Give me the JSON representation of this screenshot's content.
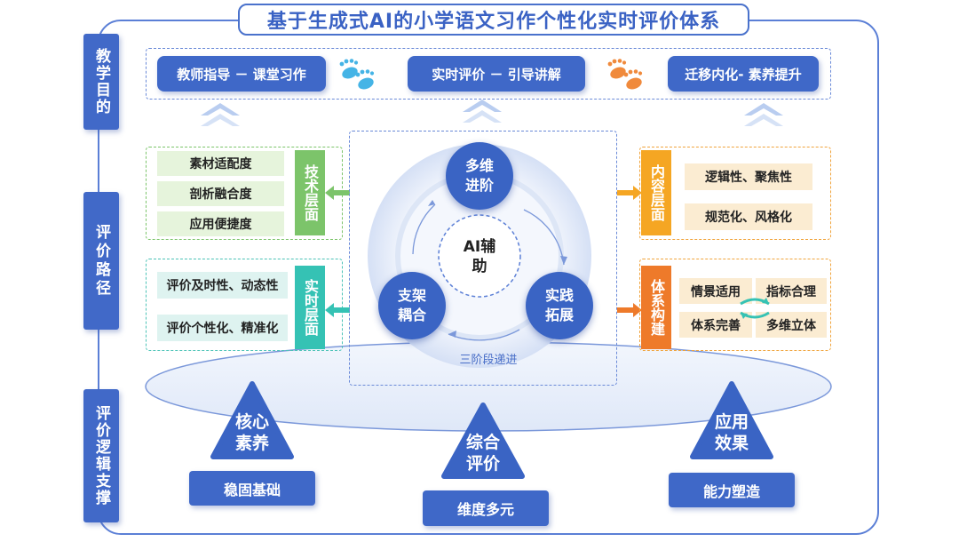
{
  "title": "基于生成式AI的小学语文习作个性化实时评价体系",
  "side_labels": {
    "goal": "教学目的",
    "path": "评价路径",
    "logic": "评价逻辑支撑"
  },
  "goals": [
    {
      "label": "教师指导 － 课堂习作"
    },
    {
      "label": "实时评价 － 引导讲解"
    },
    {
      "label": "迁移内化- 素养提升"
    }
  ],
  "tech_layer": {
    "label": "技术层面",
    "items": [
      "素材适配度",
      "剖析融合度",
      "应用便捷度"
    ]
  },
  "realtime_layer": {
    "label": "实时层面",
    "items": [
      "评价及时性、动态性",
      "评价个性化、精准化"
    ]
  },
  "content_layer": {
    "label": "内容层面",
    "items": [
      "逻辑性、聚焦性",
      "规范化、风格化"
    ]
  },
  "system_layer": {
    "label": "体系构建",
    "items": [
      "情景适用",
      "指标合理",
      "体系完善",
      "多维立体"
    ]
  },
  "cycle": {
    "center": "AI辅助",
    "top": "多维进阶",
    "left": "支架耦合",
    "right": "实践拓展",
    "caption": "三阶段递进"
  },
  "pillars": [
    {
      "triangle": "核心素养",
      "base": "稳固基础"
    },
    {
      "triangle": "综合评价",
      "base": "维度多元"
    },
    {
      "triangle": "应用效果",
      "base": "能力塑造"
    }
  ],
  "colors": {
    "primary": "#3f68c8",
    "green": "#7cc46a",
    "teal": "#35c2b4",
    "orange": "#f5a623",
    "deep_orange": "#ee7a2a"
  }
}
